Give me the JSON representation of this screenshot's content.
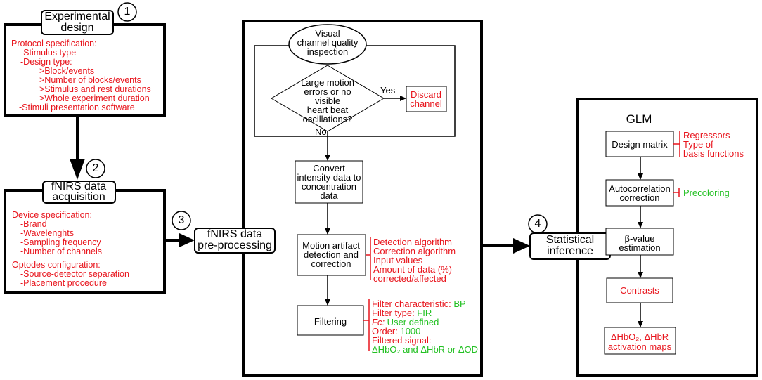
{
  "steps": [
    "1",
    "2",
    "3",
    "4"
  ],
  "experimental_design": {
    "title_line1": "Experimental",
    "title_line2": "design",
    "protocol_heading": "Protocol specification:",
    "stimulus_type": "-Stimulus type",
    "design_type": "-Design type:",
    "block_events": ">Block/events",
    "number_blocks": ">Number of blocks/events",
    "stimulus_rest": ">Stimulus and rest durations",
    "whole_duration": ">Whole experiment duration",
    "software": "-Stimuli presentation software"
  },
  "acquisition": {
    "title_line1": "fNIRS data",
    "title_line2": "acquisition",
    "device_heading": "Device specification:",
    "brand": "-Brand",
    "wavelengths": "-Wavelenghts",
    "sampling": "-Sampling frequency",
    "channels": "-Number of channels",
    "optodes_heading": "Optodes configuration:",
    "separation": "-Source-detector separation",
    "placement": "-Placement procedure"
  },
  "preprocessing": {
    "title_line1": "fNIRS data",
    "title_line2": "pre-processing",
    "visual_line1": "Visual",
    "visual_line2": "channel quality",
    "visual_line3": "inspection",
    "decision_line1": "Large motion",
    "decision_line2": "errors or no",
    "decision_line3": "visible",
    "decision_line4": "heart beat",
    "decision_line5": "oscillations?",
    "yes": "Yes",
    "no": "No",
    "discard_line1": "Discard",
    "discard_line2": "channel",
    "convert_line1": "Convert",
    "convert_line2": "intensity data to",
    "convert_line3": "concentration",
    "convert_line4": "data",
    "motion_line1": "Motion artifact",
    "motion_line2": "detection and",
    "motion_line3": "correction",
    "motion_params": {
      "detection": "Detection algorithm",
      "correction": "Correction algorithm",
      "input": "Input values",
      "amount_line1": "Amount of data (%)",
      "amount_line2": "corrected/affected"
    },
    "filtering": "Filtering",
    "filter_params": {
      "characteristic_label": "Filter characteristic: ",
      "characteristic_value": "BP",
      "type_label": "Filter type: ",
      "type_value": "FIR",
      "fc_label": "Fc:",
      "fc_value": " User defined",
      "order_label": "Order: ",
      "order_value": "1000",
      "filtered_label": "Filtered signal:",
      "filtered_value": "ΔHbO₂ and ΔHbR or ΔOD"
    }
  },
  "statistical": {
    "title_line1": "Statistical",
    "title_line2": "inference",
    "glm": "GLM",
    "design_matrix": "Design matrix",
    "regressors": "Regressors",
    "basis_line1": "Type of",
    "basis_line2": "basis functions",
    "autocorr_line1": "Autocorrelation",
    "autocorr_line2": "correction",
    "precoloring": "Precoloring",
    "beta_line1": "β-value",
    "beta_line2": "estimation",
    "contrasts": "Contrasts",
    "maps_line1": "ΔHbO₂, ΔHbR",
    "maps_line2": "activation maps"
  },
  "colors": {
    "red": "#e8141c",
    "green": "#22c022",
    "black": "#000000"
  }
}
